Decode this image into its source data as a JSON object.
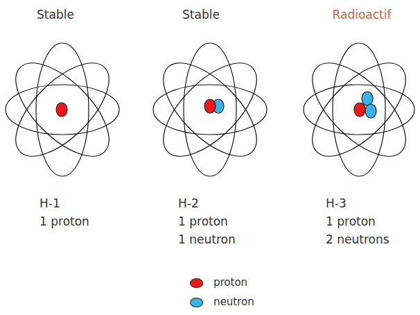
{
  "diagram": {
    "labels": [
      "Stable",
      "Stable",
      "Radioactif",
      "H-1",
      "1 proton",
      "H-2",
      "1 proton",
      "1 neutron",
      "H-3",
      "1 proton",
      "2 neutrons"
    ],
    "legend": [
      {
        "text": "proton",
        "color": "#f01818"
      },
      {
        "text": "neutron",
        "color": "#3ab4e8"
      }
    ]
  }
}
